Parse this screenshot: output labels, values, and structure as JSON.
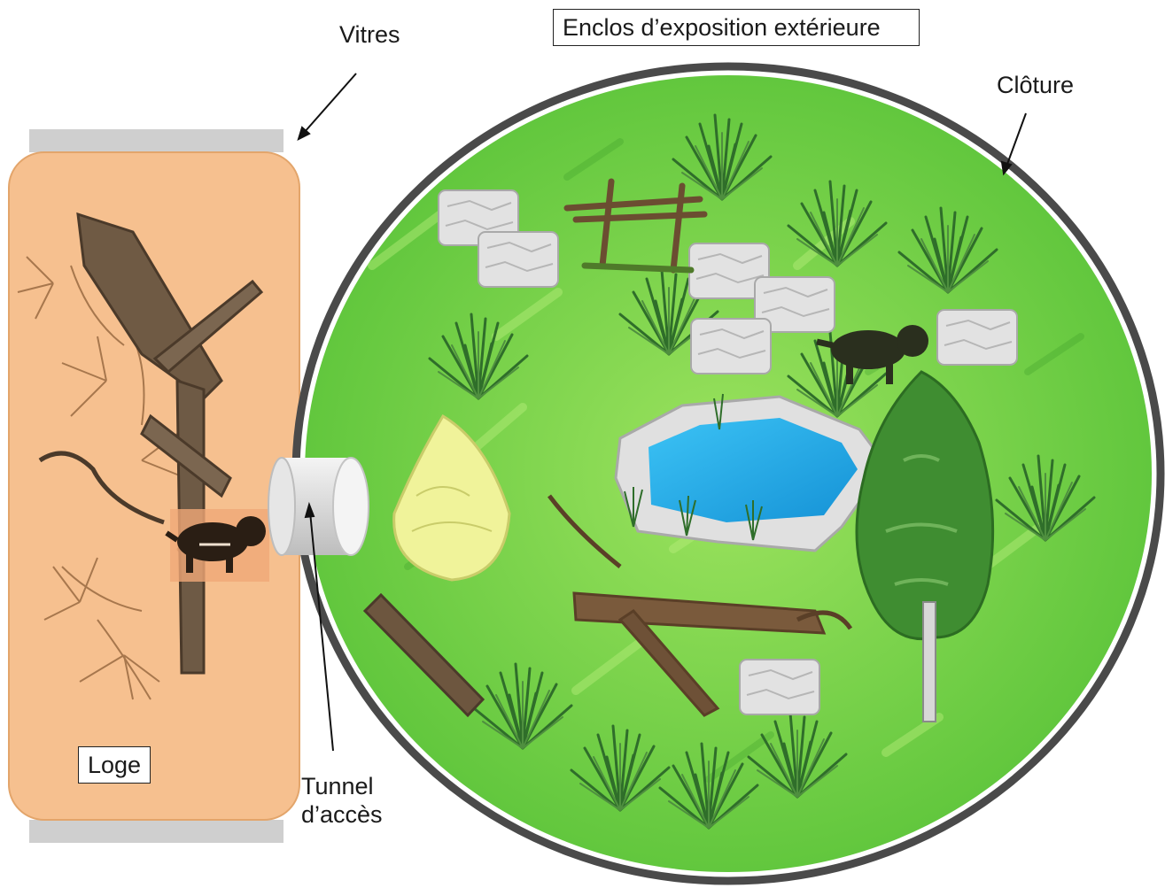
{
  "labels": {
    "vitres": "Vitres",
    "enclos": "Enclos d’exposition extérieure",
    "cloture": "Clôture",
    "loge": "Loge",
    "tunnel_line1": "Tunnel",
    "tunnel_line2": "d’accès"
  },
  "colors": {
    "loge_fill": "#f6c08f",
    "glass": "#cfcfcf",
    "grass_base": "#7fd34a",
    "grass_light": "#a8e86a",
    "fence": "#4a4a4a",
    "pond_water": "#2bb0ec",
    "rock": "#dcdcdc",
    "wood": "#7a5a3c",
    "animal": "#2a1e14"
  },
  "icons": [
    "rock-icon",
    "grass-tuft-icon",
    "log-icon",
    "tree-icon",
    "bush-icon",
    "pond-icon",
    "animal-icon",
    "tunnel-icon"
  ]
}
